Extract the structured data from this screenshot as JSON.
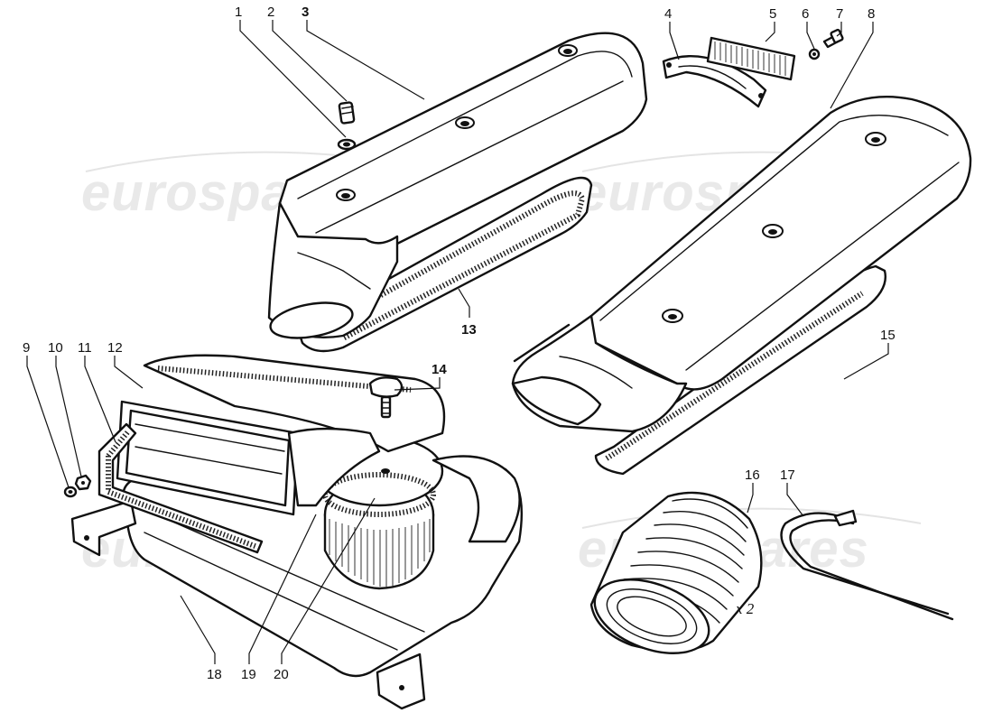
{
  "watermark": {
    "text": "eurospares",
    "color": "#e9e9e9"
  },
  "callouts": [
    {
      "id": "1",
      "label": "1"
    },
    {
      "id": "2",
      "label": "2"
    },
    {
      "id": "3",
      "label": "3"
    },
    {
      "id": "4",
      "label": "4"
    },
    {
      "id": "5",
      "label": "5"
    },
    {
      "id": "6",
      "label": "6"
    },
    {
      "id": "7",
      "label": "7"
    },
    {
      "id": "8",
      "label": "8"
    },
    {
      "id": "9",
      "label": "9"
    },
    {
      "id": "10",
      "label": "10"
    },
    {
      "id": "11",
      "label": "11"
    },
    {
      "id": "12",
      "label": "12"
    },
    {
      "id": "13",
      "label": "13"
    },
    {
      "id": "14",
      "label": "14"
    },
    {
      "id": "15",
      "label": "15"
    },
    {
      "id": "16",
      "label": "16"
    },
    {
      "id": "17",
      "label": "17"
    },
    {
      "id": "18",
      "label": "18"
    },
    {
      "id": "19",
      "label": "19"
    },
    {
      "id": "20",
      "label": "20"
    }
  ],
  "handwritten_note": "x 2"
}
